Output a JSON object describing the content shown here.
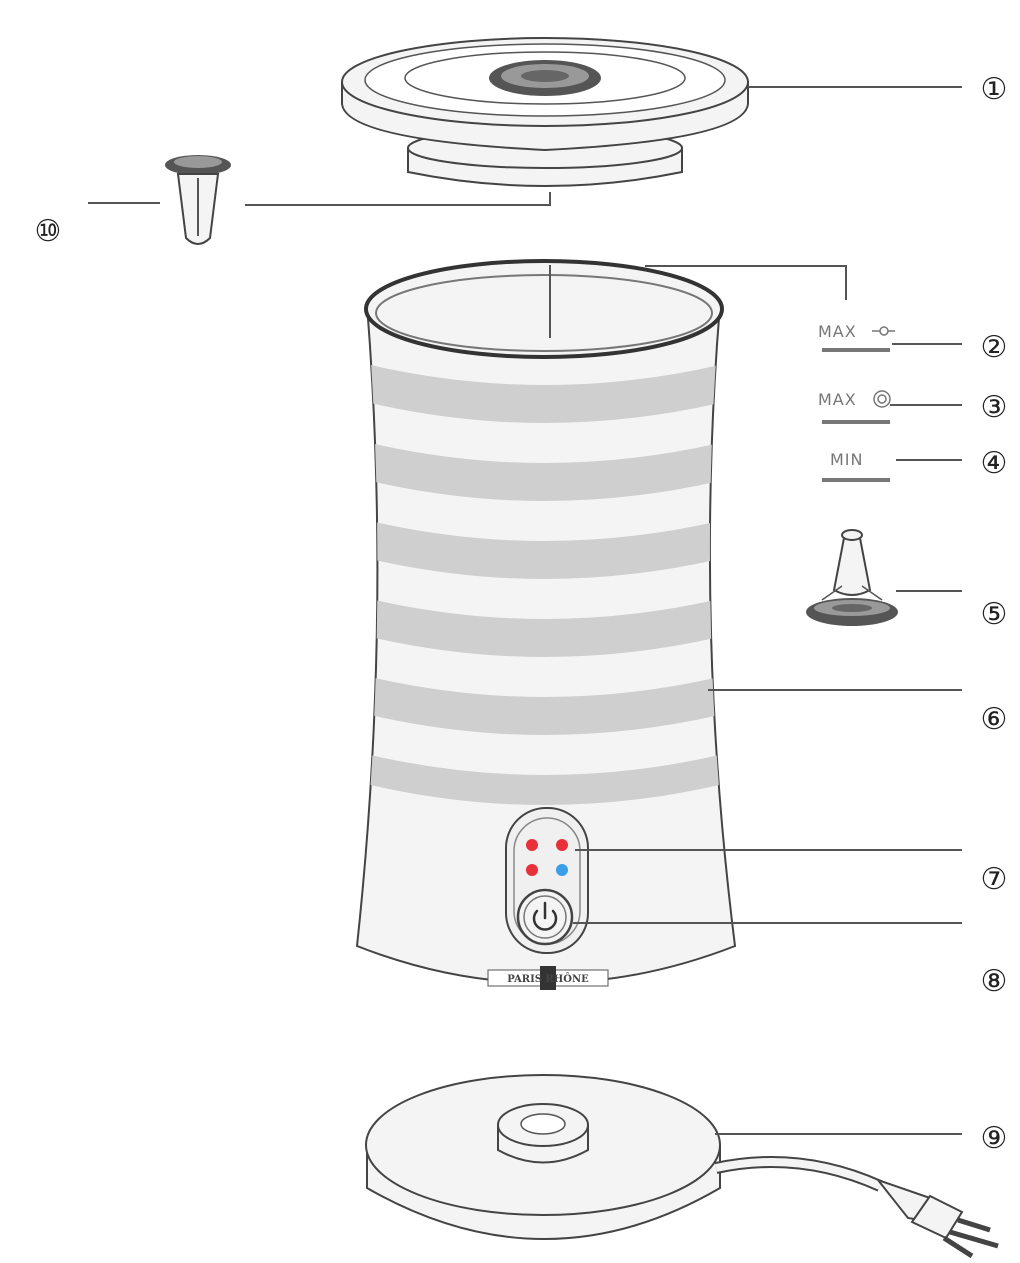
{
  "callouts": [
    {
      "id": "1",
      "label": "①"
    },
    {
      "id": "2",
      "label": "②"
    },
    {
      "id": "3",
      "label": "③"
    },
    {
      "id": "4",
      "label": "④"
    },
    {
      "id": "5",
      "label": "⑤"
    },
    {
      "id": "6",
      "label": "⑥"
    },
    {
      "id": "7",
      "label": "⑦"
    },
    {
      "id": "8",
      "label": "⑧"
    },
    {
      "id": "9",
      "label": "⑨"
    },
    {
      "id": "10",
      "label": "⑩"
    }
  ],
  "level_marks": {
    "max_milk": "MAX",
    "max_froth": "MAX",
    "min": "MIN"
  },
  "brand_text": "PARIS RHÔNE",
  "colors": {
    "outline": "#444444",
    "band": "#cfcfcf",
    "indicator_red": "#e8303a",
    "indicator_blue": "#3a9ee8"
  }
}
